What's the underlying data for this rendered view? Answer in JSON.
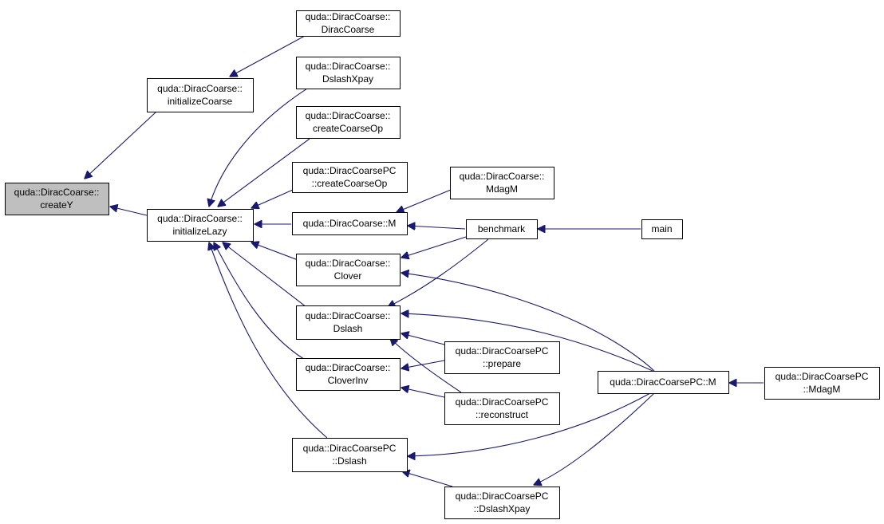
{
  "colors": {
    "node_fill": "#ffffff",
    "focus_fill": "#bfbfbf",
    "border": "#000000",
    "edge": "#191970"
  },
  "graph": {
    "nodes": [
      {
        "id": "createY",
        "lines": [
          "quda::DiracCoarse::",
          "createY"
        ],
        "focus": true
      },
      {
        "id": "initializeCoarse",
        "lines": [
          "quda::DiracCoarse::",
          "initializeCoarse"
        ]
      },
      {
        "id": "initializeLazy",
        "lines": [
          "quda::DiracCoarse::",
          "initializeLazy"
        ]
      },
      {
        "id": "dc_DiracCoarse",
        "lines": [
          "quda::DiracCoarse::",
          "DiracCoarse"
        ]
      },
      {
        "id": "dc_DslashXpay",
        "lines": [
          "quda::DiracCoarse::",
          "DslashXpay"
        ]
      },
      {
        "id": "dc_createCoarseOp",
        "lines": [
          "quda::DiracCoarse::",
          "createCoarseOp"
        ]
      },
      {
        "id": "dcpc_createCoarseOp",
        "lines": [
          "quda::DiracCoarsePC",
          "::createCoarseOp"
        ]
      },
      {
        "id": "dc_M",
        "lines": [
          "quda::DiracCoarse::M"
        ]
      },
      {
        "id": "dc_Clover",
        "lines": [
          "quda::DiracCoarse::",
          "Clover"
        ]
      },
      {
        "id": "dc_Dslash",
        "lines": [
          "quda::DiracCoarse::",
          "Dslash"
        ]
      },
      {
        "id": "dc_CloverInv",
        "lines": [
          "quda::DiracCoarse::",
          "CloverInv"
        ]
      },
      {
        "id": "dcpc_Dslash",
        "lines": [
          "quda::DiracCoarsePC",
          "::Dslash"
        ]
      },
      {
        "id": "dc_MdagM",
        "lines": [
          "quda::DiracCoarse::",
          "MdagM"
        ]
      },
      {
        "id": "benchmark",
        "lines": [
          "benchmark"
        ]
      },
      {
        "id": "main",
        "lines": [
          "main"
        ]
      },
      {
        "id": "dcpc_prepare",
        "lines": [
          "quda::DiracCoarsePC",
          "::prepare"
        ]
      },
      {
        "id": "dcpc_reconstruct",
        "lines": [
          "quda::DiracCoarsePC",
          "::reconstruct"
        ]
      },
      {
        "id": "dcpc_DslashXpay",
        "lines": [
          "quda::DiracCoarsePC",
          "::DslashXpay"
        ]
      },
      {
        "id": "dcpc_M",
        "lines": [
          "quda::DiracCoarsePC::M"
        ]
      },
      {
        "id": "dcpc_MdagM",
        "lines": [
          "quda::DiracCoarsePC",
          "::MdagM"
        ]
      }
    ],
    "edges": [
      {
        "from": "initializeCoarse",
        "to": "createY"
      },
      {
        "from": "initializeLazy",
        "to": "createY"
      },
      {
        "from": "dc_DiracCoarse",
        "to": "initializeCoarse"
      },
      {
        "from": "dc_DslashXpay",
        "to": "initializeLazy"
      },
      {
        "from": "dc_createCoarseOp",
        "to": "initializeLazy"
      },
      {
        "from": "dcpc_createCoarseOp",
        "to": "initializeLazy"
      },
      {
        "from": "dc_M",
        "to": "initializeLazy"
      },
      {
        "from": "dc_Clover",
        "to": "initializeLazy"
      },
      {
        "from": "dc_Dslash",
        "to": "initializeLazy"
      },
      {
        "from": "dc_CloverInv",
        "to": "initializeLazy"
      },
      {
        "from": "dcpc_Dslash",
        "to": "initializeLazy"
      },
      {
        "from": "dc_MdagM",
        "to": "dc_M"
      },
      {
        "from": "benchmark",
        "to": "dc_M"
      },
      {
        "from": "main",
        "to": "benchmark"
      },
      {
        "from": "benchmark",
        "to": "dc_Clover"
      },
      {
        "from": "benchmark",
        "to": "dc_Dslash"
      },
      {
        "from": "dcpc_M",
        "to": "dc_Clover"
      },
      {
        "from": "dcpc_M",
        "to": "dc_Dslash"
      },
      {
        "from": "dcpc_prepare",
        "to": "dc_Dslash"
      },
      {
        "from": "dcpc_reconstruct",
        "to": "dc_Dslash"
      },
      {
        "from": "dcpc_prepare",
        "to": "dc_CloverInv"
      },
      {
        "from": "dcpc_reconstruct",
        "to": "dc_CloverInv"
      },
      {
        "from": "dcpc_M",
        "to": "dcpc_Dslash"
      },
      {
        "from": "dcpc_DslashXpay",
        "to": "dcpc_Dslash"
      },
      {
        "from": "dcpc_M",
        "to": "dcpc_DslashXpay"
      },
      {
        "from": "dcpc_MdagM",
        "to": "dcpc_M"
      }
    ]
  }
}
